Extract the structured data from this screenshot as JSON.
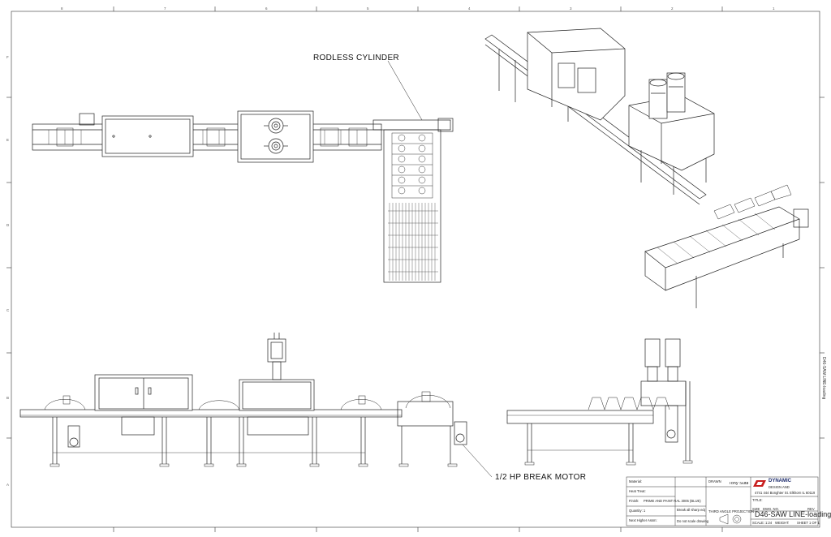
{
  "callouts": {
    "rodless_cylinder": "RODLESS CYLINDER",
    "break_motor": "1/2 HP BREAK MOTOR"
  },
  "sheet_border": {
    "top_zones": [
      "8",
      "7",
      "6",
      "5",
      "4",
      "3",
      "2",
      "1"
    ],
    "side_zones": [
      "F",
      "E",
      "D",
      "C",
      "B",
      "A"
    ],
    "side_note": "D46-SAW LINE-loading"
  },
  "title_block": {
    "material_label": "Material:",
    "finish_label": "Finish:",
    "finish_value": "PRIME AND PAINT RAL 3005 (BLUE)",
    "heat_treat_label": "Heat Treat:",
    "quantity_label": "Quantity: 1",
    "next_higher_label": "Next Higher Assm:",
    "drawn_label": "DRAWN",
    "drawn_name": "Tony Suta",
    "break_edges": "Break all sharp edges and corners",
    "do_not_scale": "Do not scale drawing",
    "company": "DYNAMIC",
    "company_sub": "DESIGN AND",
    "address": "4741 444 Bonghter St. Elkhorn IL 60119",
    "title_label": "TITLE:",
    "drawing_title": "D46-SAW LINE-loading",
    "size_label": "SIZE",
    "dwg_no_label": "DWG. NO.",
    "rev_label": "REV",
    "scale": "SCALE: 1:24",
    "weight": "WEIGHT:",
    "sheet": "SHEET 1 OF 1",
    "third_angle": "THIRD ANGLE PROJECTION"
  }
}
